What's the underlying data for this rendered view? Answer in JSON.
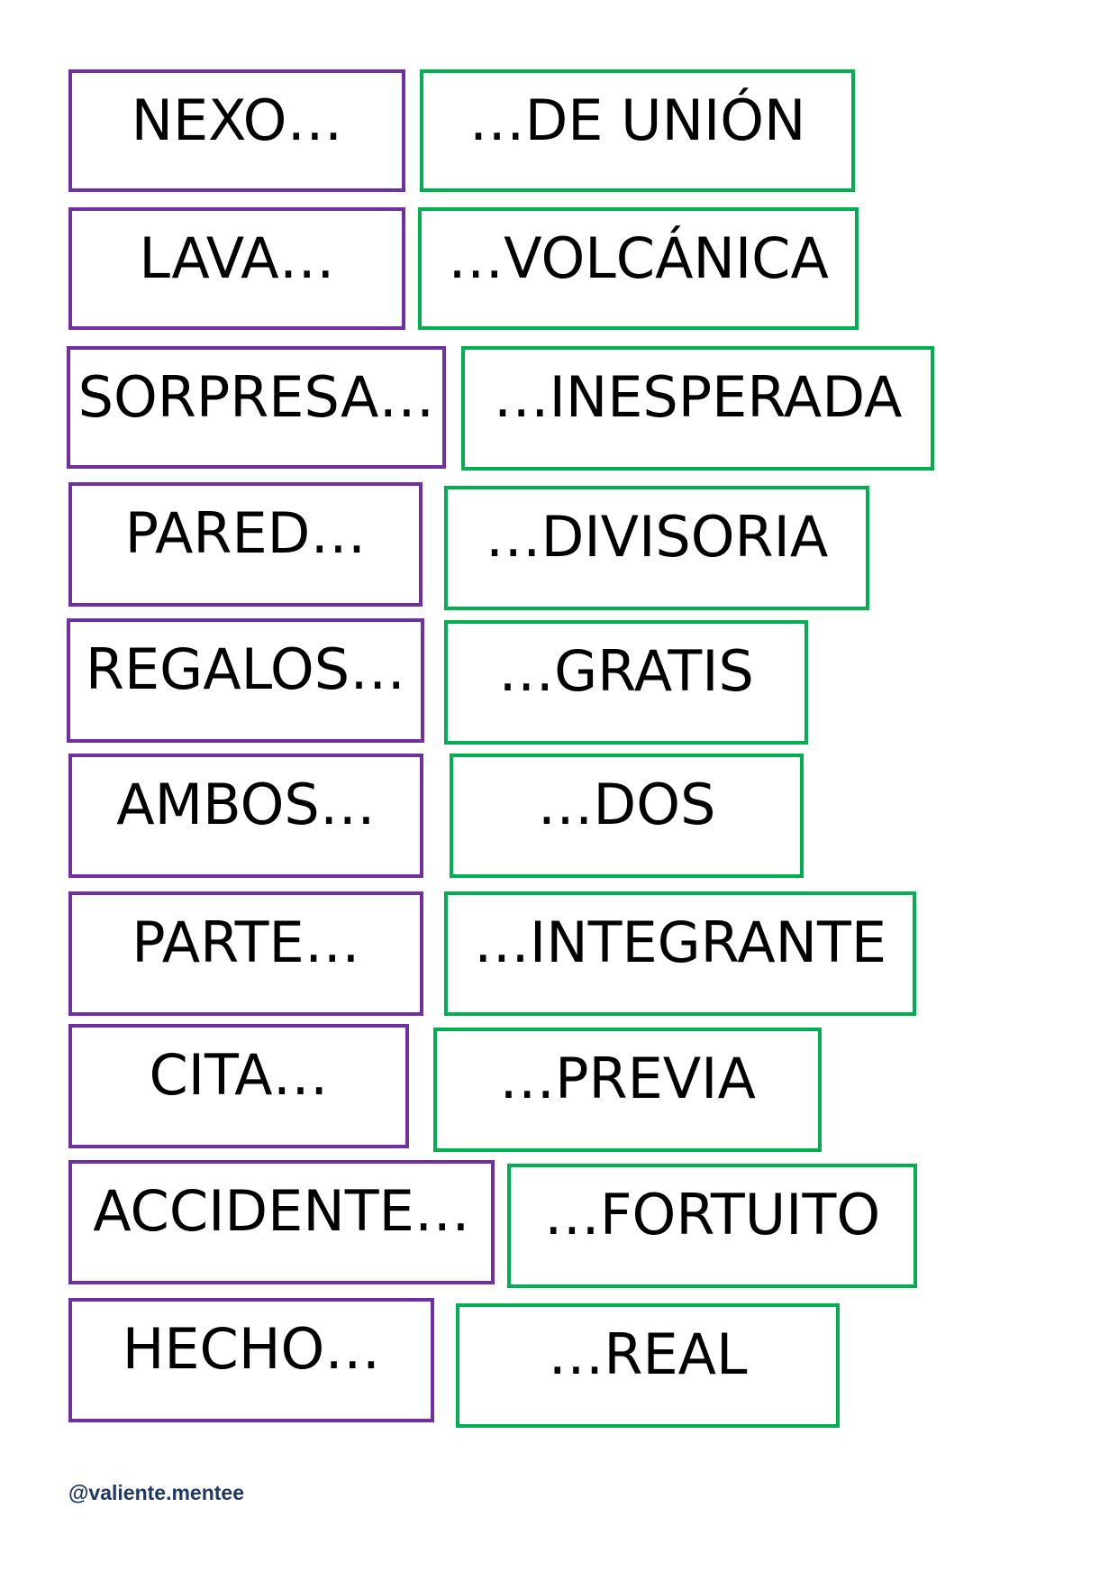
{
  "colors": {
    "left_border": "#7030a0",
    "right_border": "#00b050",
    "handle_text": "#1f3864"
  },
  "pairs": [
    {
      "left": "NEXO…",
      "right": "…DE UNIÓN"
    },
    {
      "left": "LAVA…",
      "right": "…VOLCÁNICA"
    },
    {
      "left": "SORPRESA…",
      "right": "…INESPERADA"
    },
    {
      "left": "PARED…",
      "right": "…DIVISORIA"
    },
    {
      "left": "REGALOS…",
      "right": "…GRATIS"
    },
    {
      "left": "AMBOS…",
      "right": "…DOS"
    },
    {
      "left": "PARTE…",
      "right": "…INTEGRANTE"
    },
    {
      "left": "CITA…",
      "right": "…PREVIA"
    },
    {
      "left": "ACCIDENTE…",
      "right": "…FORTUITO"
    },
    {
      "left": "HECHO…",
      "right": "…REAL"
    }
  ],
  "footer": {
    "handle": "@valiente.mentee"
  }
}
